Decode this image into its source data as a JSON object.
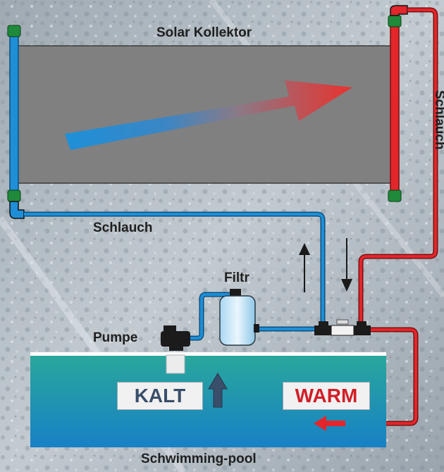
{
  "labels": {
    "collector": "Solar Kollektor",
    "hose_right": "Schlauch",
    "hose_left": "Schlauch",
    "filter": "Filtr",
    "pump": "Pumpe",
    "cold": "KALT",
    "warm": "WARM",
    "pool": "Schwimming-pool"
  },
  "colors": {
    "cold_pipe": "#1e8fd6",
    "warm_pipe": "#e2262b",
    "collector_panel": "#808080",
    "pool_top": "#2aa89a",
    "pool_bottom": "#1781c5",
    "cold_text": "#394e6a",
    "warm_text": "#d11e26"
  }
}
